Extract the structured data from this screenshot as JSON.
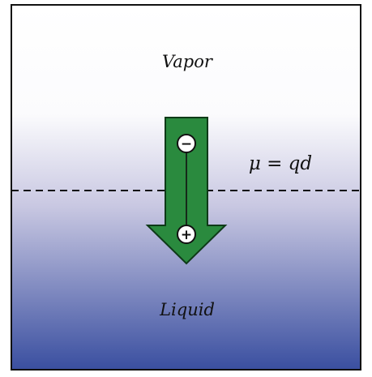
{
  "labels": {
    "vapor": "Vapor",
    "liquid": "Liquid",
    "dipole_equation": "μ = qd"
  },
  "dipole": {
    "negative_charge": "−",
    "positive_charge": "+"
  },
  "colors": {
    "frame": "#111111",
    "vapor_top": "#ffffff",
    "liquid_bottom": "#3a4fa0",
    "arrow_fill": "#2a8a3e",
    "arrow_stroke": "#0e3a18",
    "interface_line": "#111111"
  }
}
